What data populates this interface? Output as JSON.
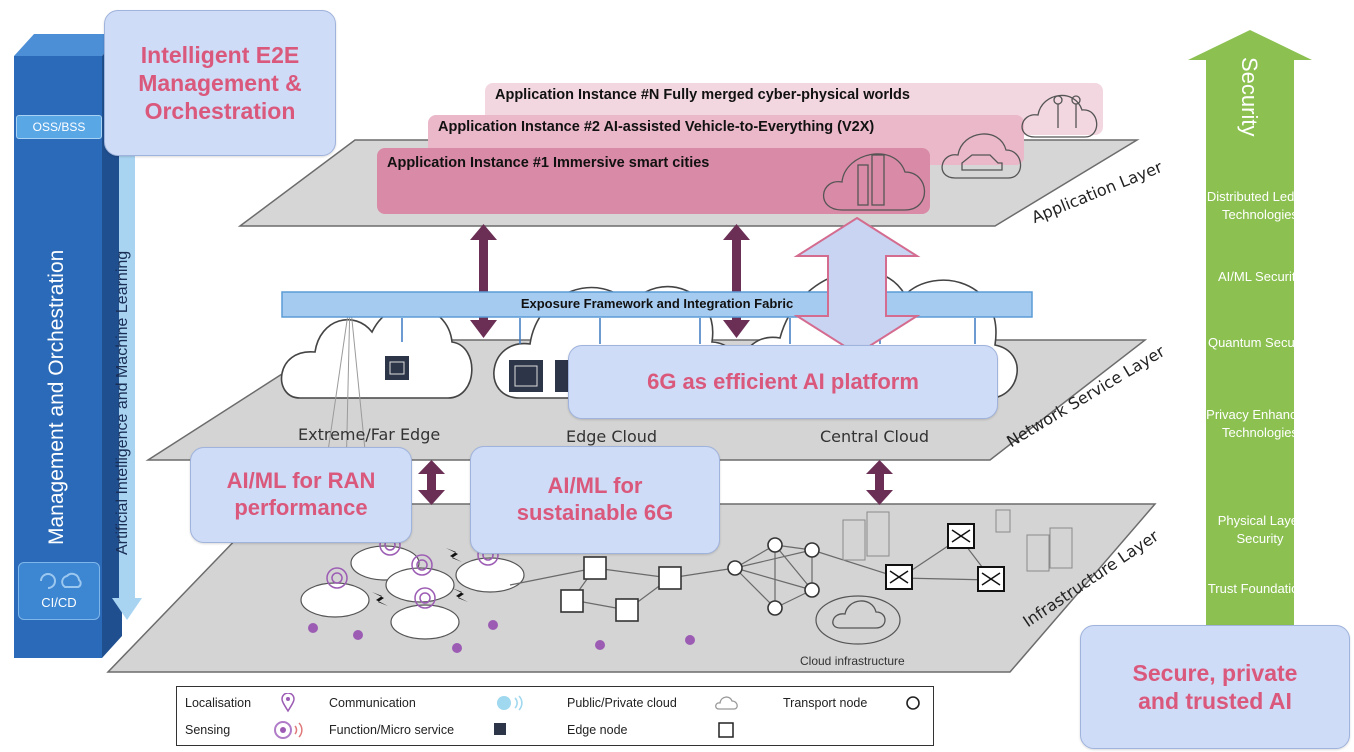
{
  "left_panel": {
    "oss_bss": "OSS/BSS",
    "title": "Management and Orchestration",
    "ai_ml": "Artificial Intelligence and Machine Learning",
    "cicd": "CI/CD"
  },
  "callouts": {
    "e2e": "Intelligent E2E Management & Orchestration",
    "platform": "6G as efficient AI platform",
    "ran": "AI/ML for RAN performance",
    "sustainable": "AI/ML for sustainable 6G",
    "secure": "Secure, private and trusted AI"
  },
  "apps": {
    "n": "Application Instance #N Fully merged cyber-physical worlds",
    "two": "Application Instance #2 AI-assisted Vehicle-to-Everything (V2X)",
    "one": "Application Instance #1 Immersive smart cities"
  },
  "layers": {
    "application": "Application Layer",
    "network": "Network Service Layer",
    "infrastructure": "Infrastructure Layer"
  },
  "fabric": "Exposure Framework and Integration Fabric",
  "sites": {
    "far_edge": "Extreme/Far Edge",
    "edge_cloud": "Edge Cloud",
    "central_cloud": "Central Cloud"
  },
  "cloud_infra": "Cloud infrastructure",
  "security": {
    "title": "Security",
    "items": [
      "Distributed Ledger Technologies",
      "AI/ML Security",
      "Quantum Security",
      "Privacy Enhancing Technologies",
      "Physical Layer Security",
      "Trust Foundations"
    ]
  },
  "legend": {
    "localisation": "Localisation",
    "communication": "Communication",
    "public_private_cloud": "Public/Private cloud",
    "transport_node": "Transport node",
    "sensing": "Sensing",
    "function_micro": "Function/Micro service",
    "edge_node": "Edge node"
  },
  "colors": {
    "mgmt_blue": "#2a6ab8",
    "security_green": "#8cc152",
    "callout_fill": "#cfdcf7",
    "callout_text": "#d9587c",
    "arrow_purple": "#6b2f55",
    "fabric_blue": "#5b9bd5"
  }
}
